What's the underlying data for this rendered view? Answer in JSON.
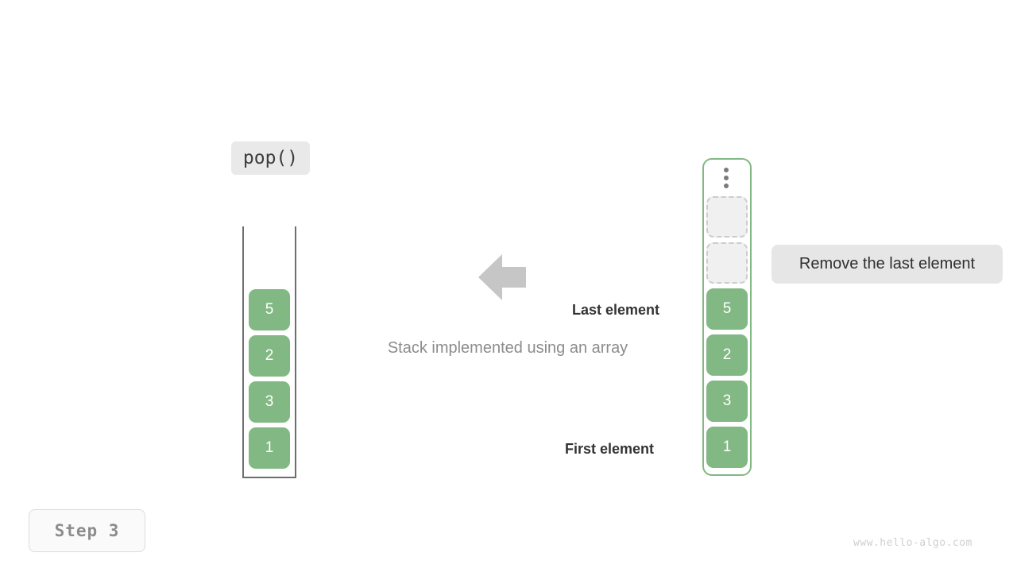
{
  "operation": {
    "label": "pop()"
  },
  "left_stack": {
    "name": "stack-column",
    "cells": [
      "5",
      "2",
      "3",
      "1"
    ]
  },
  "arrow": {
    "direction": "left",
    "color": "#c6c6c6"
  },
  "caption": {
    "text": "Stack implemented using an array"
  },
  "annotations": {
    "last_element": "Last element",
    "first_element": "First element"
  },
  "array": {
    "overflow_dots": 3,
    "empty_slots": 2,
    "cells": [
      "5",
      "2",
      "3",
      "1"
    ],
    "border_color": "#82b883"
  },
  "bubble": {
    "text": "Remove the last element"
  },
  "step": {
    "label": "Step 3"
  },
  "watermark": {
    "text": "www.hello-algo.com"
  },
  "colors": {
    "element_green": "#82b883",
    "muted_gray": "#8c8c8c",
    "bubble_bg": "#e6e6e6"
  }
}
